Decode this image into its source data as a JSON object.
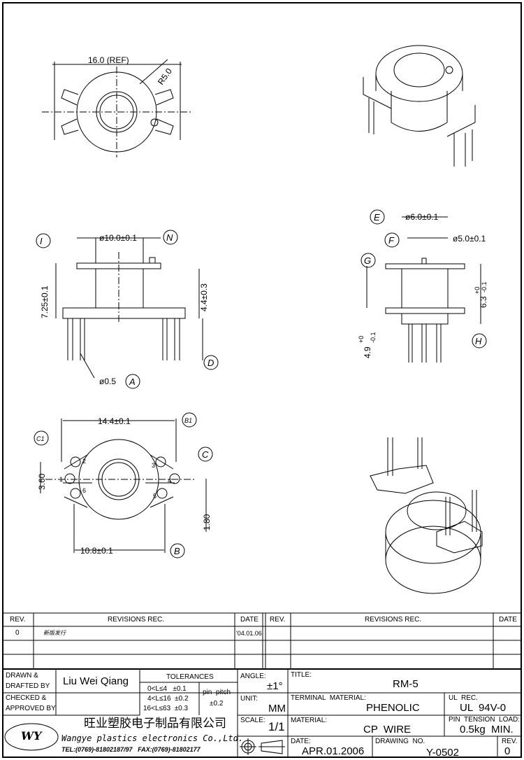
{
  "drawing": {
    "top_view": {
      "width_dim": "16.0 (REF)",
      "radius_dim": "R5.0"
    },
    "front_view": {
      "dia_dim": "ø10.0±0.1",
      "height_dim": "7.25±0.1",
      "flange_dim": "4.4±0.3",
      "pin_dia_dim": "ø0.5",
      "callouts": [
        "I",
        "N",
        "A",
        "D"
      ]
    },
    "side_view": {
      "dia_outer": "ø6.0±0.1",
      "dia_inner": "ø5.0±0.1",
      "height_dim": "6.3",
      "height_tol_plus": "+0",
      "height_tol_minus": "-0.1",
      "pin_dim": "4.9",
      "pin_tol_plus": "+0",
      "pin_tol_minus": "-0.1",
      "callouts": [
        "E",
        "F",
        "G",
        "H"
      ]
    },
    "bottom_view": {
      "top_dim": "14.4±0.1",
      "bottom_dim": "10.8±0.1",
      "left_dim": "3.60",
      "right_dim": "1.80",
      "callouts": [
        "C1",
        "B1",
        "C",
        "B"
      ],
      "pins": [
        "1",
        "2",
        "3",
        "4",
        "5",
        "6"
      ]
    }
  },
  "revisions": {
    "headers": {
      "rev": "REV.",
      "rec": "REVISIONS    REC.",
      "date": "DATE"
    },
    "rows": [
      {
        "rev": "0",
        "rec": "新版发行",
        "date": "'04.01.06"
      }
    ]
  },
  "title_block": {
    "drawn_label_1": "DRAWN &",
    "drawn_label_2": "DRAFTED BY",
    "drawn_by": "Liu Wei Qiang",
    "checked_label_1": "CHECKED &",
    "checked_label_2": "APPROVED BY",
    "tolerances_label": "TOLERANCES",
    "tolerances": [
      "0<L≤4   ±0.1",
      "4<L≤16  ±0.2",
      "16<L≤63  ±0.3"
    ],
    "pin_pitch_label": "pin  pitch",
    "pin_pitch": "±0.2",
    "angle_label": "ANGLE:",
    "angle": "±1°",
    "unit_label": "UNIT:",
    "unit": "MM",
    "scale_label": "SCALE:",
    "scale": "1/1",
    "company_cn": "旺业塑胶电子制品有限公司",
    "company_en": "Wangye plastics electronics Co.,Ltd.",
    "contact": "TEL:(0769)-81802187/97   FAX:(0769)-81802177",
    "logo": "WY",
    "title_label": "TITLE:",
    "title": "RM-5",
    "terminal_material_label": "TERMINAL  MATERIAL:",
    "terminal_material": "PHENOLIC",
    "ul_label": "UL  REC.",
    "ul": "UL  94V-0",
    "material_label": "MATERIAL:",
    "material": "CP  WIRE",
    "pin_tension_label": "PIN  TENSION  LOAD:",
    "pin_tension": "0.5kg  MIN.",
    "date_label": "DATE:",
    "date": "APR.01.2006",
    "drawing_no_label": "DRAWING  NO.",
    "drawing_no": "Y-0502",
    "rev_label": "REV.",
    "rev": "0"
  }
}
